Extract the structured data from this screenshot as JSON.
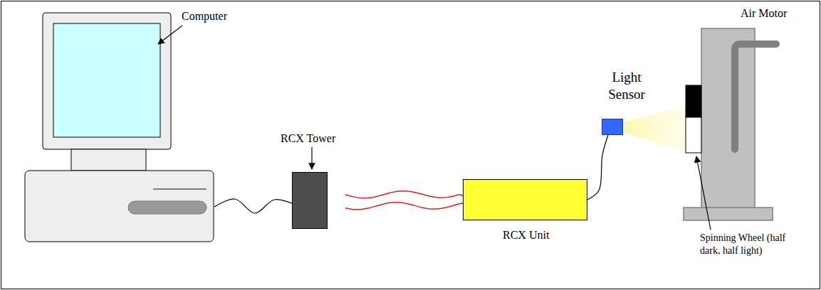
{
  "diagram": {
    "nodes": [
      {
        "text": [
          "Computer"
        ]
      },
      {
        "text": [
          "RCX Tower"
        ]
      },
      {
        "text": [
          "RCX Unit"
        ]
      },
      {
        "text": [
          "Light Sensor"
        ]
      }
    ],
    "edges": [
      {
        "from": 0,
        "to": 1,
        "arrow": "none"
      },
      {
        "from": 1,
        "to": 2,
        "arrow": "none"
      },
      {
        "from": 2,
        "to": 3,
        "arrow": "none"
      }
    ],
    "labels": [
      "Air Motor",
      "Spinning Wheel (half dark, half light)"
    ]
  }
}
